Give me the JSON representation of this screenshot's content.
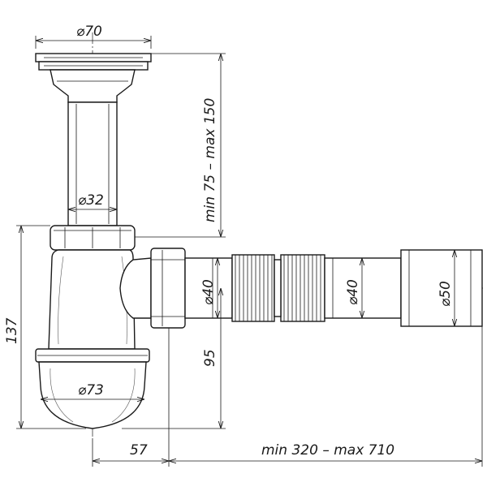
{
  "dimensions": {
    "d_flange": "⌀70",
    "d_pipe": "⌀32",
    "d_outlet": "⌀40",
    "d_hose": "⌀40",
    "d_end": "⌀50",
    "d_bottle": "⌀73",
    "height_total": "137",
    "height_outlet": "95",
    "height_adjust": "min 75 – max 150",
    "offset_outlet": "57",
    "length_adjust": "min 320 – max 710"
  }
}
